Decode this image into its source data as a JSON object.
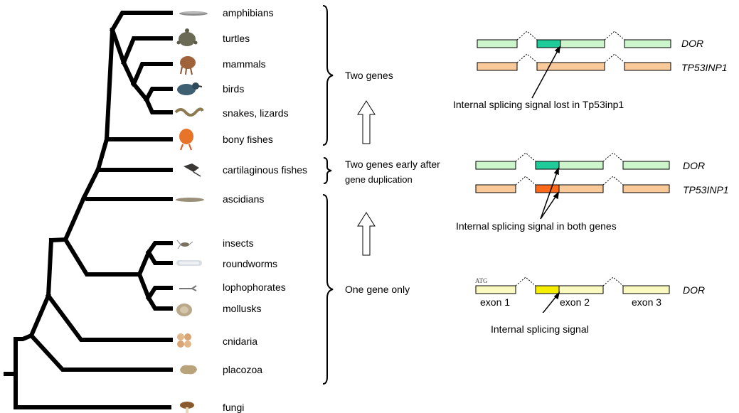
{
  "colors": {
    "tree": "#000000",
    "dor_exon": "#ccf5cc",
    "dor_signal": "#1fcc99",
    "tp53_exon": "#f9c99a",
    "tp53_signal_ancestral": "#ff6a1a",
    "single_exon": "#fafac0",
    "single_signal": "#f5ee00"
  },
  "taxa": [
    {
      "label": "amphibians",
      "icon": "salamander-icon"
    },
    {
      "label": "turtles",
      "icon": "turtle-icon"
    },
    {
      "label": "mammals",
      "icon": "mammal-icon"
    },
    {
      "label": "birds",
      "icon": "bird-icon"
    },
    {
      "label": "snakes, lizards",
      "icon": "snake-icon"
    },
    {
      "label": "bony fishes",
      "icon": "fish-icon"
    },
    {
      "label": "cartilaginous fishes",
      "icon": "ray-icon"
    },
    {
      "label": "ascidians",
      "icon": "ascidian-icon"
    },
    {
      "label": "insects",
      "icon": "insect-icon"
    },
    {
      "label": "roundworms",
      "icon": "roundworm-icon"
    },
    {
      "label": "lophophorates",
      "icon": "lophophorate-icon"
    },
    {
      "label": "mollusks",
      "icon": "mollusk-icon"
    },
    {
      "label": "cnidaria",
      "icon": "cnidaria-icon"
    },
    {
      "label": "placozoa",
      "icon": "placozoa-icon"
    },
    {
      "label": "fungi",
      "icon": "mushroom-icon"
    }
  ],
  "states": {
    "two_genes": "Two genes",
    "early_line1": "Two genes early after",
    "early_line2": "gene duplication",
    "one_gene": "One gene only"
  },
  "genes": {
    "dor": "DOR",
    "tp53": "TP53INP1"
  },
  "callouts": {
    "lost": "Internal splicing signal lost in Tp53inp1",
    "both": "Internal splicing signal in both genes",
    "single": "Internal splicing signal"
  },
  "exons": {
    "atg": "ATG",
    "exon1": "exon 1",
    "exon2": "exon 2",
    "exon3": "exon 3"
  }
}
